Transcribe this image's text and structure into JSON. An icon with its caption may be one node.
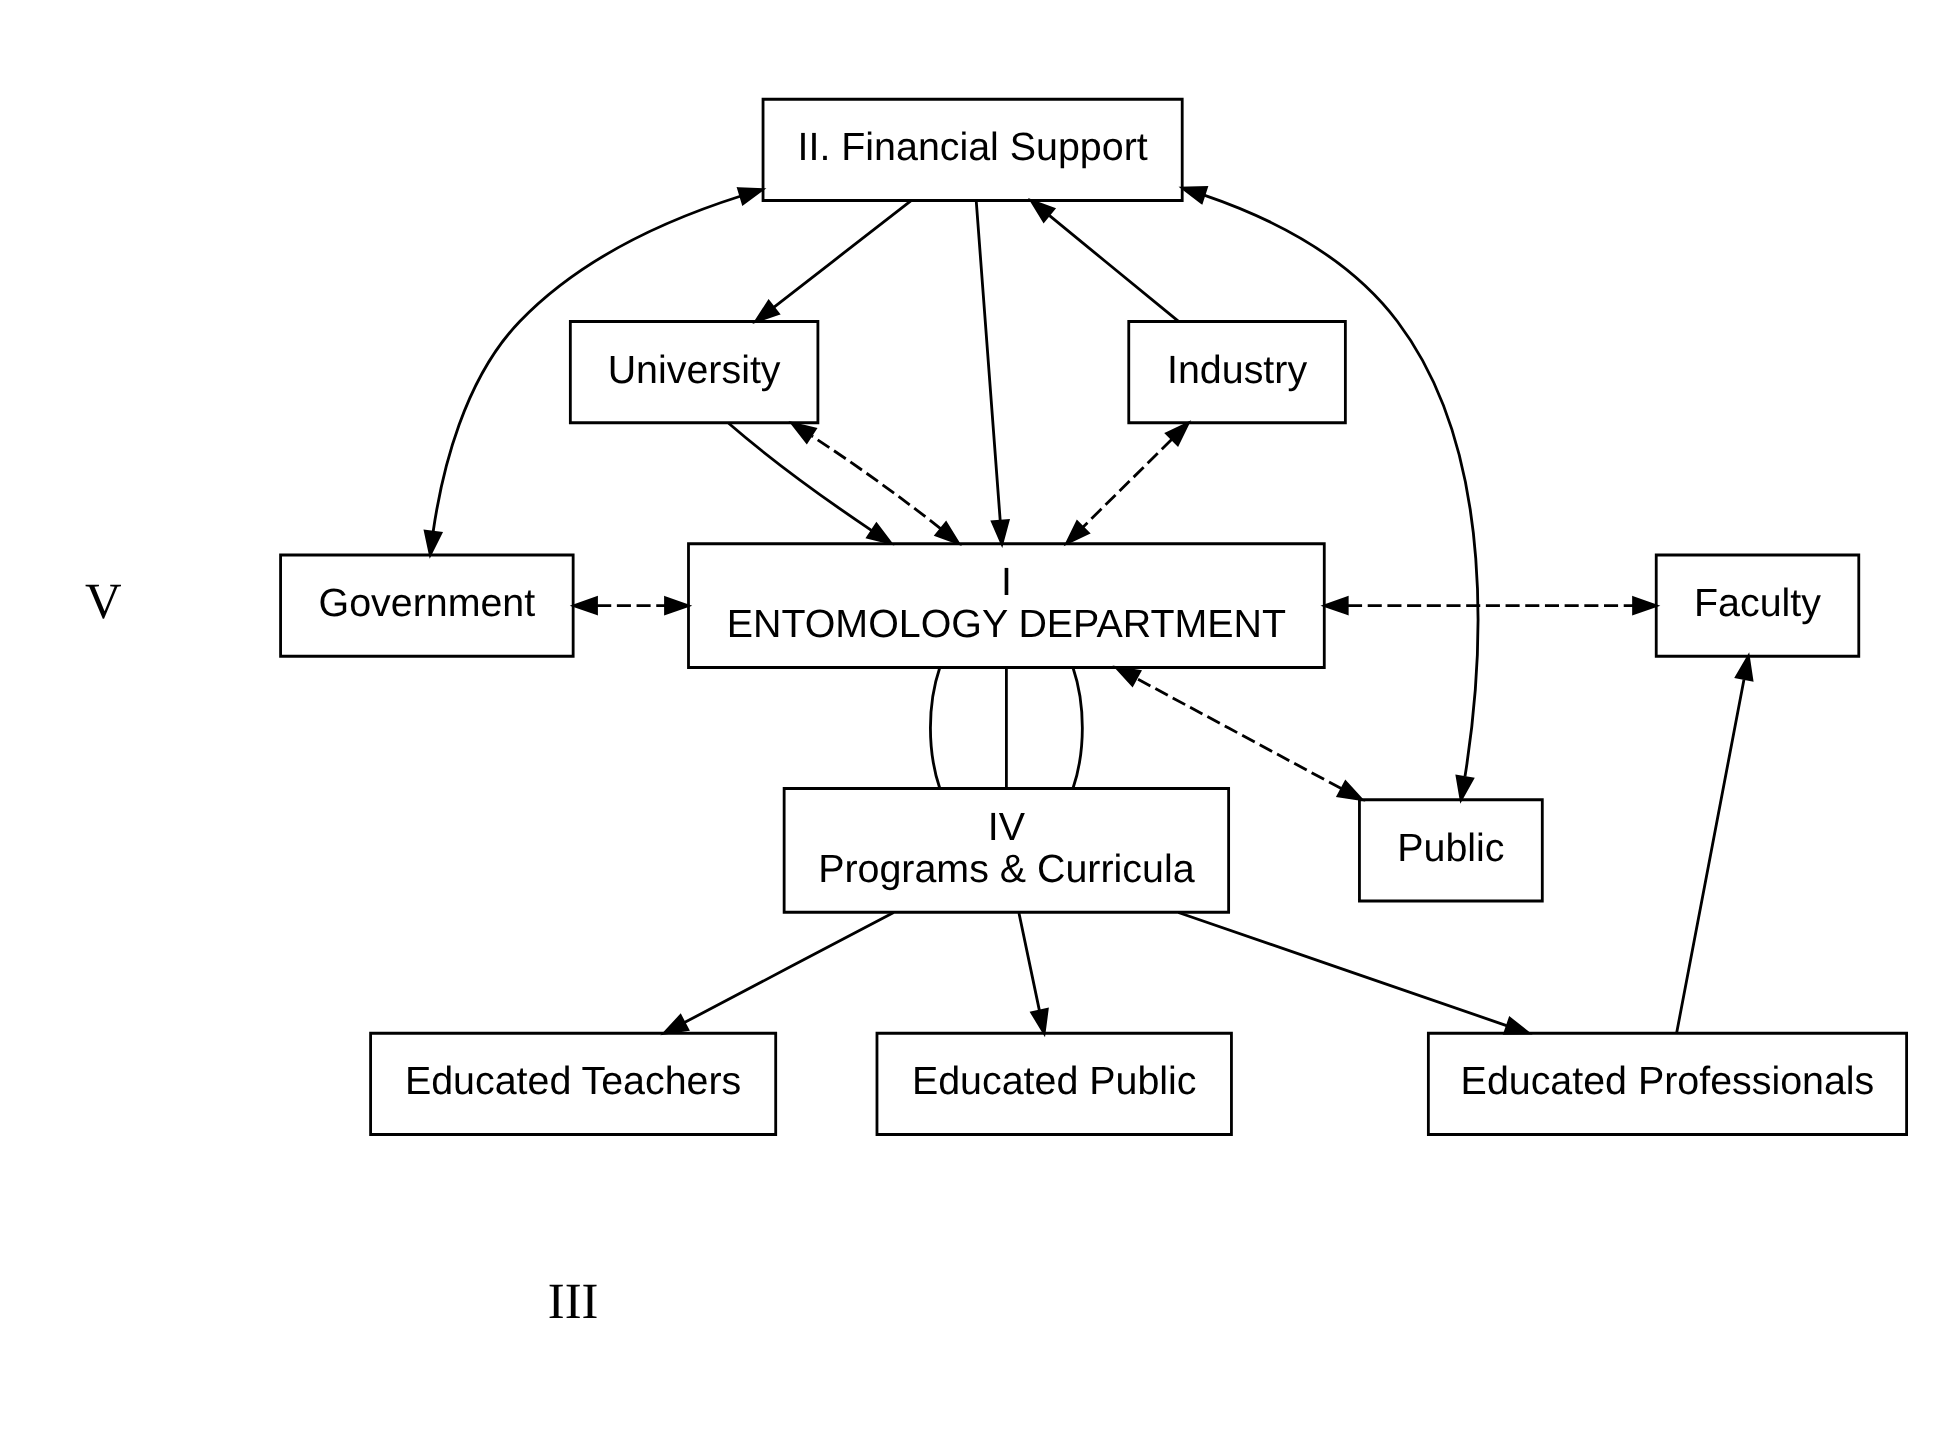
{
  "diagram": {
    "nodes": [
      {
        "text": [
          "II. Financial Support"
        ]
      },
      {
        "text": [
          "Industry"
        ]
      },
      {
        "text": [
          "University"
        ]
      },
      {
        "text": [
          "Faculty"
        ]
      },
      {
        "text": [
          "Government"
        ]
      },
      {
        "text": [
          "I",
          "ENTOMOLOGY DEPARTMENT"
        ]
      },
      {
        "text": [
          "Public"
        ]
      },
      {
        "text": [
          "IV",
          "Programs & Curricula"
        ]
      },
      {
        "text": [
          "Educated Public"
        ]
      },
      {
        "text": [
          "Educated Teachers"
        ]
      },
      {
        "text": [
          "Educated Professionals"
        ]
      }
    ],
    "edges": [
      {
        "from": 1,
        "to": 0,
        "arrow": "to"
      },
      {
        "from": 4,
        "to": 0,
        "arrow": "both"
      },
      {
        "from": 6,
        "to": 0,
        "arrow": "both"
      },
      {
        "from": 0,
        "to": 5,
        "arrow": "to"
      },
      {
        "from": 0,
        "to": 2,
        "arrow": "to"
      },
      {
        "from": 1,
        "to": 5,
        "arrow": "both",
        "style": "dashed"
      },
      {
        "from": 2,
        "to": 5,
        "arrow": "to"
      },
      {
        "from": 5,
        "to": 2,
        "arrow": "both",
        "style": "dashed"
      },
      {
        "from": 4,
        "to": 5,
        "arrow": "both",
        "style": "dashed"
      },
      {
        "from": 5,
        "to": 3,
        "arrow": "both",
        "style": "dashed"
      },
      {
        "from": 6,
        "to": 5,
        "arrow": "both",
        "style": "dashed"
      },
      {
        "from": 5,
        "to": 7,
        "arrow": "none"
      },
      {
        "from": 5,
        "to": 7,
        "arrow": "none"
      },
      {
        "from": 5,
        "to": 7,
        "arrow": "none"
      },
      {
        "from": 7,
        "to": 8,
        "arrow": "to"
      },
      {
        "from": 7,
        "to": 9,
        "arrow": "to"
      },
      {
        "from": 7,
        "to": 10,
        "arrow": "to"
      },
      {
        "from": 10,
        "to": 3,
        "arrow": "to"
      }
    ],
    "labels": [
      "V",
      "III"
    ]
  }
}
